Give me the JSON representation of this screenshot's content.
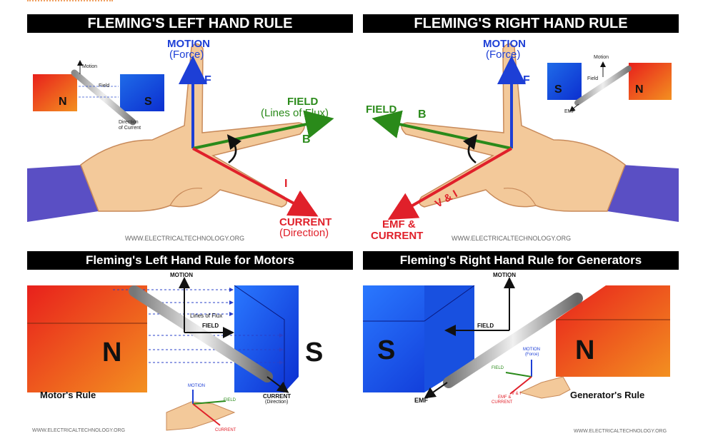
{
  "top_left": {
    "title": "FLEMING'S LEFT HAND RULE",
    "motion": "MOTION",
    "force": "(Force)",
    "f": "F",
    "field": "FIELD",
    "flux": "(Lines of Flux)",
    "b": "B",
    "i": "I",
    "current": "CURRENT",
    "direction": "(Direction)",
    "watermark": "WWW.ELECTRICALTECHNOLOGY.ORG",
    "inset": {
      "motion": "Motion",
      "field": "Field",
      "n": "N",
      "s": "S",
      "doc1": "Direction",
      "doc2": "of Current"
    }
  },
  "top_right": {
    "title": "FLEMING'S RIGHT HAND RULE",
    "motion": "MOTION",
    "force": "(Force)",
    "f": "F",
    "field": "FIELD",
    "b": "B",
    "vi": "V & I",
    "emf1": "EMF &",
    "emf2": "CURRENT",
    "watermark": "WWW.ELECTRICALTECHNOLOGY.ORG",
    "inset": {
      "motion": "Motion",
      "field": "Field",
      "s": "S",
      "n": "N",
      "emf": "EMF"
    }
  },
  "bottom_left": {
    "title": "Fleming's Left Hand Rule for Motors",
    "motion": "MOTION",
    "flux": "Lines of Flux",
    "field": "FIELD",
    "n": "N",
    "s": "S",
    "rule": "Motor's Rule",
    "current": "CURRENT",
    "direction": "(Direction)",
    "hand_motion": "MOTION",
    "hand_field": "FIELD",
    "hand_current": "CURRENT",
    "watermark": "WWW.ELECTRICALTECHNOLOGY.ORG"
  },
  "bottom_right": {
    "title": "Fleming's Right Hand Rule for Generators",
    "motion": "MOTION",
    "field": "FIELD",
    "s": "S",
    "n": "N",
    "emf": "EMF",
    "rule": "Generator's Rule",
    "hand_motion": "MOTION",
    "hand_force": "(Force)",
    "hand_field": "FIELD",
    "hand_vi": "V & I",
    "hand_emf1": "EMF &",
    "hand_emf2": "CURRENT",
    "watermark": "WWW.ELECTRICALTECHNOLOGY.ORG"
  },
  "colors": {
    "red": "#e0202a",
    "blue": "#1d3fd6",
    "green": "#2a8a1a",
    "skin": "#f3c99a",
    "sleeve": "#5a4fc4"
  }
}
